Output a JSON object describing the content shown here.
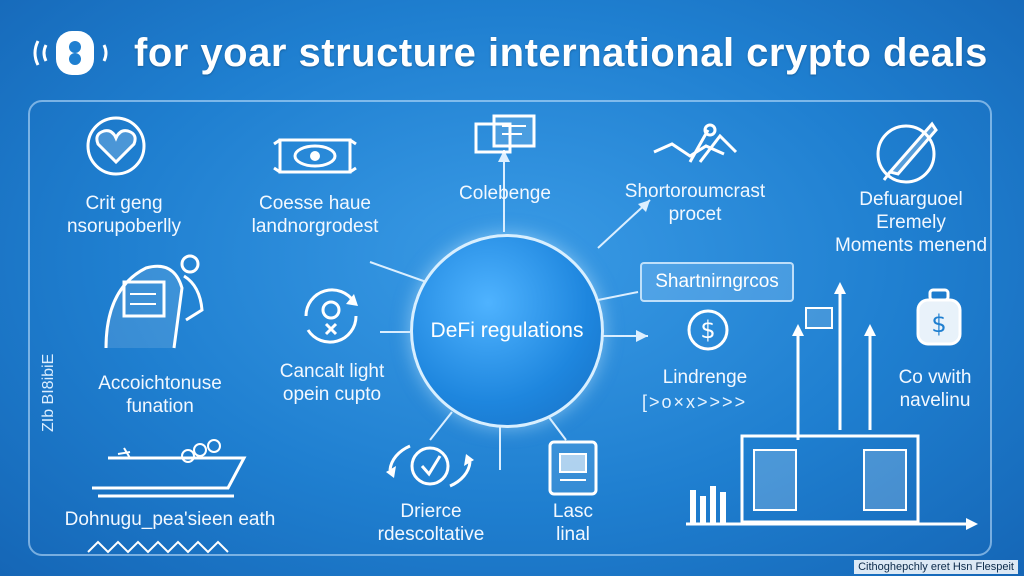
{
  "header": {
    "title": "for yoar structure international crypto deals"
  },
  "hub": {
    "label": "DeFi regulations"
  },
  "nodes": {
    "top_left": {
      "line1": "Crit geng",
      "line2": "nsorupoberlly"
    },
    "top_mid_left": {
      "line1": "Coesse haue",
      "line2": "landnorgrodest"
    },
    "top_center": {
      "line1": "Colebenge"
    },
    "top_right": {
      "line1": "Shortoroumcrast",
      "line2": "procet"
    },
    "far_right": {
      "line1": "Defuarguoel",
      "line2": "Eremely",
      "line3": "Moments menend"
    },
    "mid_left": {
      "line1": "Accoichtonuse",
      "line2": "funation"
    },
    "mid_left_inner": {
      "line1": "Cancalt light",
      "line2": "opein cupto"
    },
    "pill": {
      "label": "Shartnirngrcos"
    },
    "mid_right": {
      "line1": "Lindrenge",
      "line2": "[>o×x>>>>"
    },
    "right_money": {
      "line1": "Co vwith",
      "line2": "navelinu"
    },
    "bottom_left": {
      "line1": "Dohnugu_pea'sieen eath"
    },
    "bottom_center": {
      "line1": "Drierce",
      "line2": "rdescoltative"
    },
    "bottom_mid": {
      "line1": "Lasc",
      "line2": "linal"
    }
  },
  "side_text": "ZIb BI8ibiE",
  "footer": "Cithoghepchly eret Hsn Flespeit"
}
